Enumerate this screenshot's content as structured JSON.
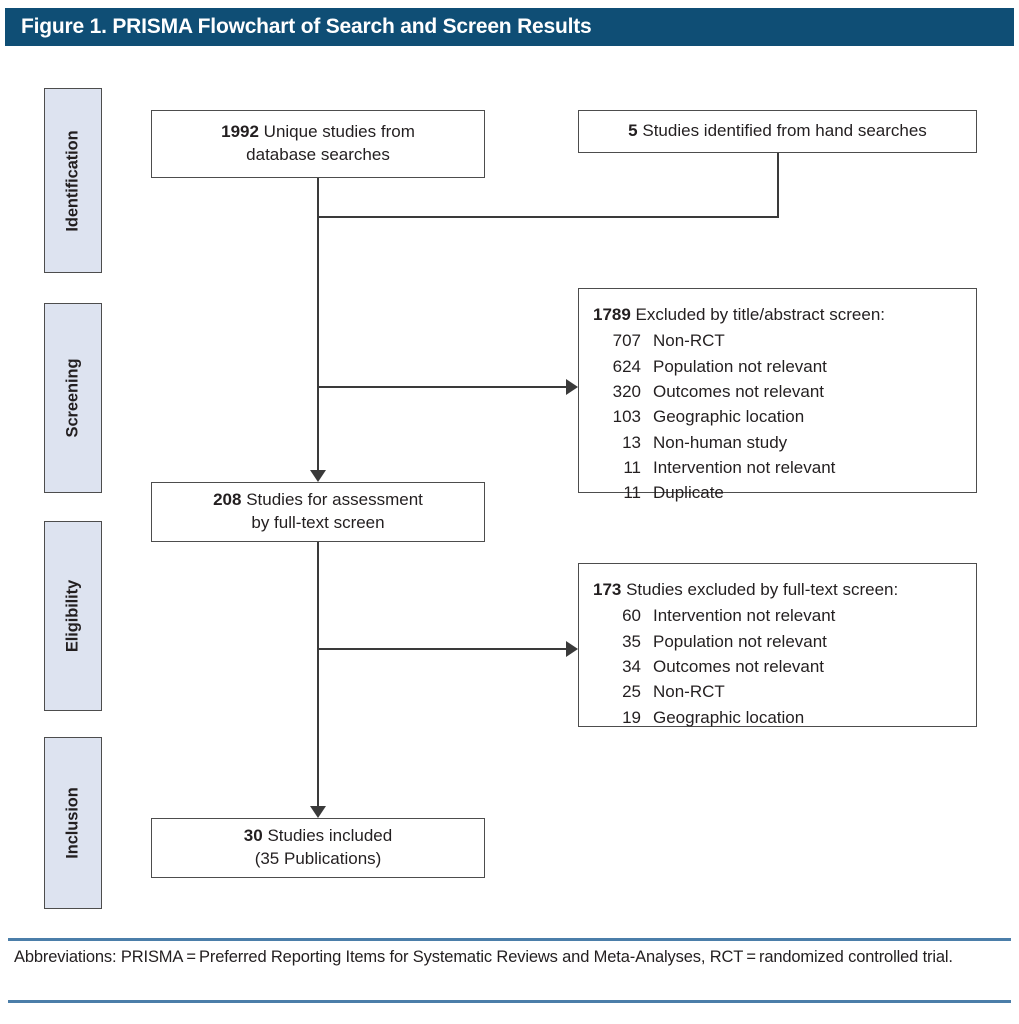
{
  "figure": {
    "title": "Figure 1. PRISMA Flowchart of Search and Screen Results",
    "header_bg": "#0f4e75",
    "header_text_color": "#ffffff",
    "stage_fill": "#dde3f0",
    "rule_color": "#4b7ea9",
    "line_color": "#3a3a3a"
  },
  "stages": [
    {
      "label": "Identification"
    },
    {
      "label": "Screening"
    },
    {
      "label": "Eligibility"
    },
    {
      "label": "Inclusion"
    }
  ],
  "nodes": {
    "unique_studies": {
      "count": "1992",
      "line1": " Unique studies from",
      "line2": "database searches"
    },
    "hand_searches": {
      "count": "5",
      "line1": " Studies identified from hand searches"
    },
    "full_text_assess": {
      "count": "208",
      "line1": " Studies for assessment",
      "line2": "by full-text screen"
    },
    "included": {
      "count": "30",
      "line1": " Studies included",
      "line2": "(35 Publications)"
    }
  },
  "excluded_screen": {
    "count": "1789",
    "heading": " Excluded by title/abstract screen:",
    "reasons": [
      {
        "n": "707",
        "label": "Non-RCT"
      },
      {
        "n": "624",
        "label": "Population not relevant"
      },
      {
        "n": "320",
        "label": "Outcomes not relevant"
      },
      {
        "n": "103",
        "label": "Geographic location"
      },
      {
        "n": "13",
        "label": "Non-human study"
      },
      {
        "n": "11",
        "label": "Intervention not relevant"
      },
      {
        "n": "11",
        "label": "Duplicate"
      }
    ]
  },
  "excluded_fulltext": {
    "count": "173",
    "heading": " Studies excluded by full-text screen:",
    "reasons": [
      {
        "n": "60",
        "label": "Intervention not relevant"
      },
      {
        "n": "35",
        "label": "Population not relevant"
      },
      {
        "n": "34",
        "label": "Outcomes not relevant"
      },
      {
        "n": "25",
        "label": "Non-RCT"
      },
      {
        "n": "19",
        "label": "Geographic location"
      }
    ]
  },
  "footnote": {
    "text": "Abbreviations: PRISMA = Preferred Reporting Items for Systematic Reviews and Meta-Analyses, RCT = randomized controlled trial."
  },
  "chart_data": {
    "type": "diagram",
    "title": "Figure 1. PRISMA Flowchart of Search and Screen Results",
    "stages": [
      "Identification",
      "Screening",
      "Eligibility",
      "Inclusion"
    ],
    "nodes": [
      {
        "id": "unique_studies",
        "stage": "Identification",
        "value": 1992,
        "text": "Unique studies from database searches"
      },
      {
        "id": "hand_searches",
        "stage": "Identification",
        "value": 5,
        "text": "Studies identified from hand searches"
      },
      {
        "id": "excluded_title_abstract",
        "stage": "Screening",
        "value": 1789,
        "text": "Excluded by title/abstract screen"
      },
      {
        "id": "full_text_assess",
        "stage": "Screening",
        "value": 208,
        "text": "Studies for assessment by full-text screen"
      },
      {
        "id": "excluded_full_text",
        "stage": "Eligibility",
        "value": 173,
        "text": "Studies excluded by full-text screen"
      },
      {
        "id": "included",
        "stage": "Inclusion",
        "value": 30,
        "text": "Studies included (35 Publications)"
      }
    ],
    "edges": [
      {
        "from": "unique_studies",
        "to": "full_text_assess"
      },
      {
        "from": "hand_searches",
        "to": "full_text_assess"
      },
      {
        "from": "full_text_assess",
        "to": "excluded_title_abstract"
      },
      {
        "from": "full_text_assess",
        "to": "included"
      },
      {
        "from": "included",
        "to": "excluded_full_text"
      }
    ],
    "breakdown_title_abstract": {
      "Non-RCT": 707,
      "Population not relevant": 624,
      "Outcomes not relevant": 320,
      "Geographic location": 103,
      "Non-human study": 13,
      "Intervention not relevant": 11,
      "Duplicate": 11
    },
    "breakdown_full_text": {
      "Intervention not relevant": 60,
      "Population not relevant": 35,
      "Outcomes not relevant": 34,
      "Non-RCT": 25,
      "Geographic location": 19
    }
  }
}
